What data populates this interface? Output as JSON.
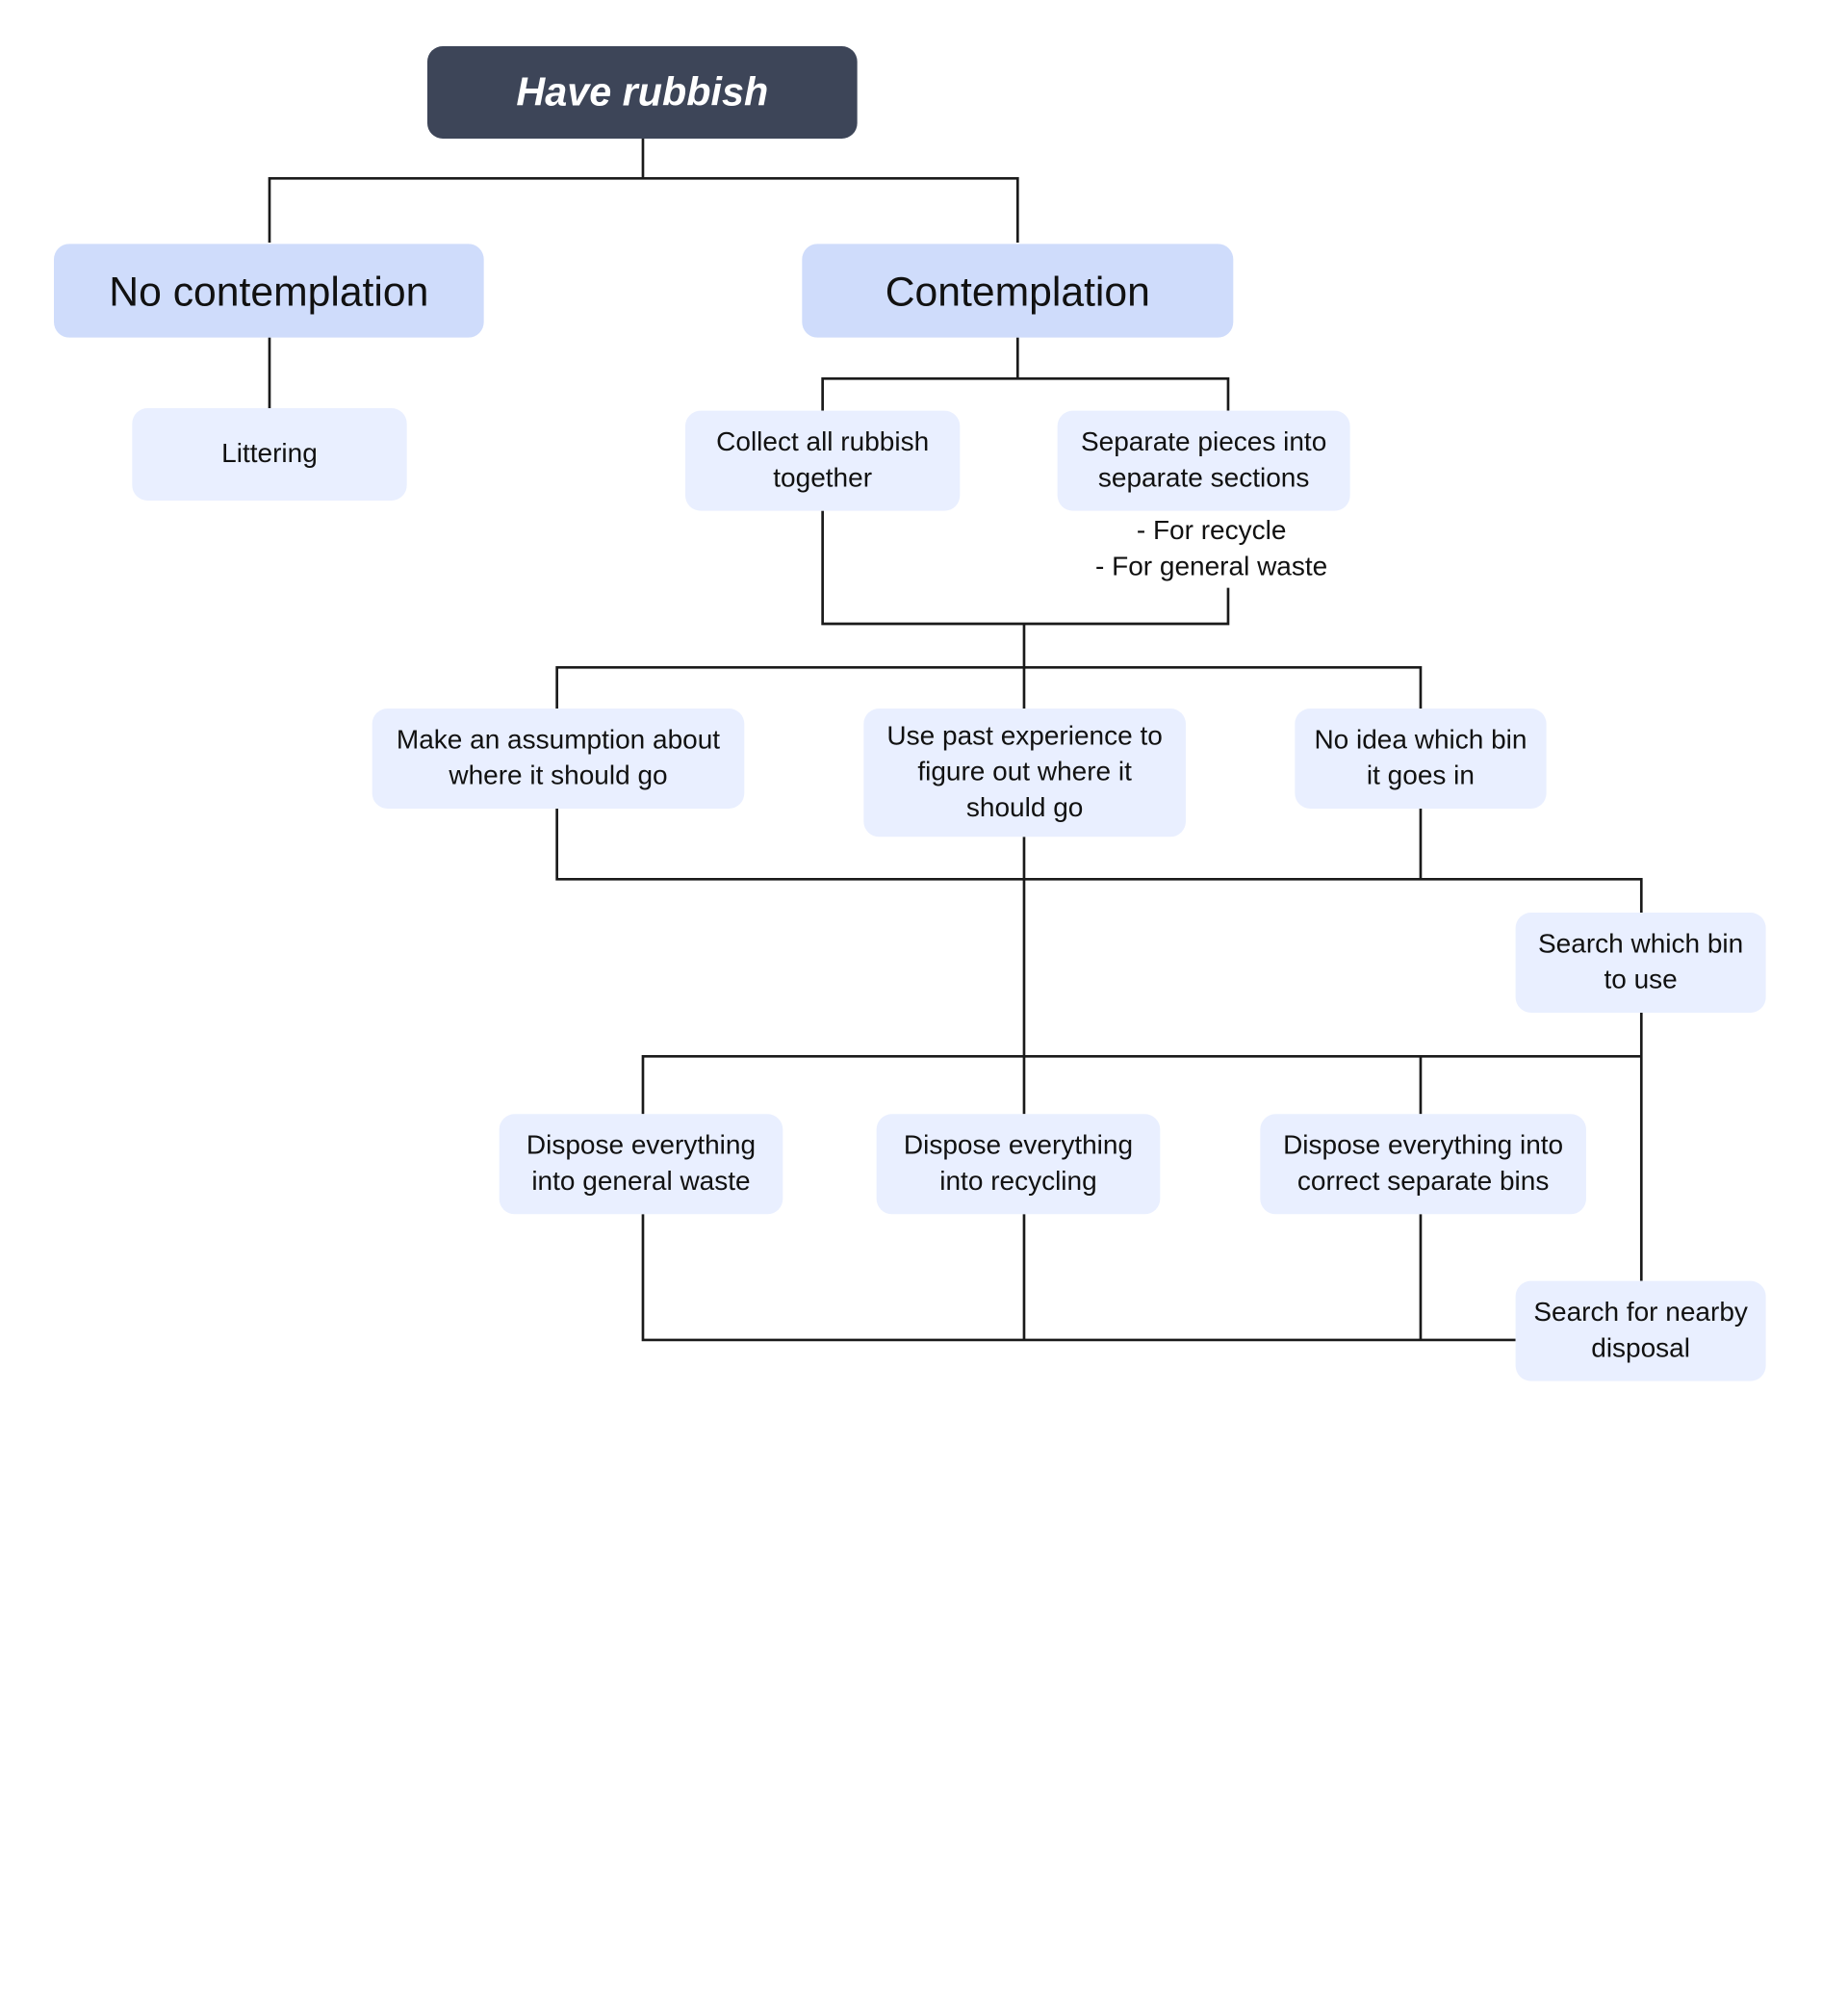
{
  "root": {
    "label": "Have rubbish"
  },
  "level1": {
    "no_contemplation": "No contemplation",
    "contemplation": "Contemplation"
  },
  "nodes": {
    "littering": "Littering",
    "collect_all": "Collect all rubbish\ntogether",
    "separate_pieces": "Separate pieces into\nseparate sections",
    "separate_note": "- For recycle\n- For general waste",
    "make_assumption": "Make an assumption about\nwhere it should go",
    "past_experience": "Use past experience to\nfigure out where it\nshould go",
    "no_idea": "No idea which bin\nit goes in",
    "search_bin": "Search which bin\nto use",
    "dispose_general": "Dispose everything\ninto general waste",
    "dispose_recycling": "Dispose everything\ninto recycling",
    "dispose_separate": "Dispose everything into\ncorrect separate bins",
    "search_disposal": "Search for nearby\ndisposal"
  },
  "colors": {
    "root_fill": "#3d4558",
    "level1_fill": "#cfdcfb",
    "node_fill": "#e9efff",
    "connector": "#1a1a1a"
  }
}
